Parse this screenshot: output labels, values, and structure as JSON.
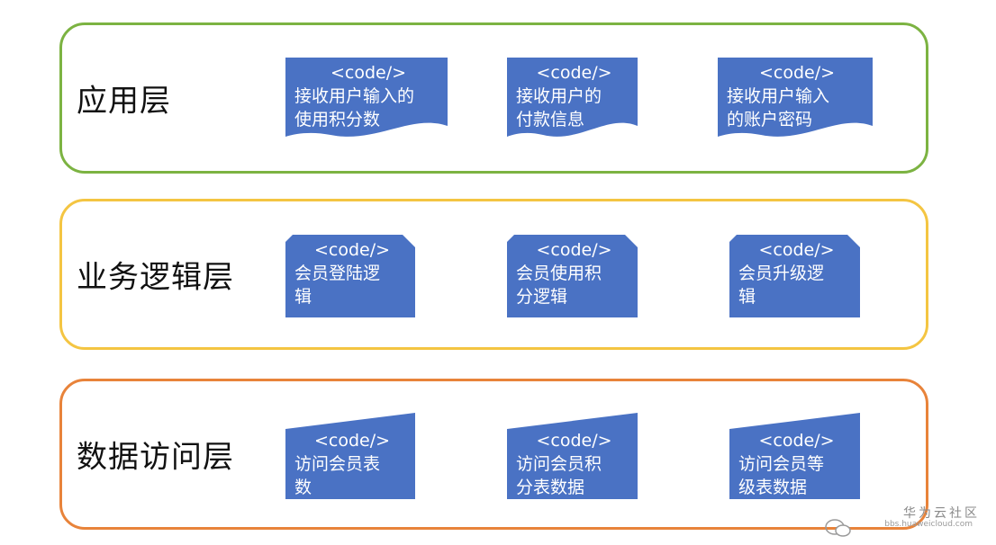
{
  "layers": [
    {
      "label": "应用层",
      "color": "#7cb342",
      "items": [
        {
          "tag": "<code/>",
          "text": "接收用户输入的\n使用积分数",
          "shape": "document"
        },
        {
          "tag": "<code/>",
          "text": "接收用户的\n付款信息",
          "shape": "document"
        },
        {
          "tag": "<code/>",
          "text": "接收用户输入\n的账户密码",
          "shape": "document"
        }
      ]
    },
    {
      "label": "业务逻辑层",
      "color": "#f4c542",
      "items": [
        {
          "tag": "<code/>",
          "text": "会员登陆逻\n辑",
          "shape": "snip"
        },
        {
          "tag": "<code/>",
          "text": "会员使用积\n分逻辑",
          "shape": "snip"
        },
        {
          "tag": "<code/>",
          "text": "会员升级逻\n辑",
          "shape": "snip"
        }
      ]
    },
    {
      "label": "数据访问层",
      "color": "#e8833a",
      "items": [
        {
          "tag": "<code/>",
          "text": "访问会员表\n数",
          "shape": "manual"
        },
        {
          "tag": "<code/>",
          "text": "访问会员积\n分表数据",
          "shape": "manual"
        },
        {
          "tag": "<code/>",
          "text": "访问会员等\n级表数据",
          "shape": "manual"
        }
      ]
    }
  ],
  "shape_fill": "#4a72c4",
  "watermark": {
    "text": "华为云社区",
    "url": "bbs.huaweicloud.com",
    "icon": "wechat-icon"
  }
}
